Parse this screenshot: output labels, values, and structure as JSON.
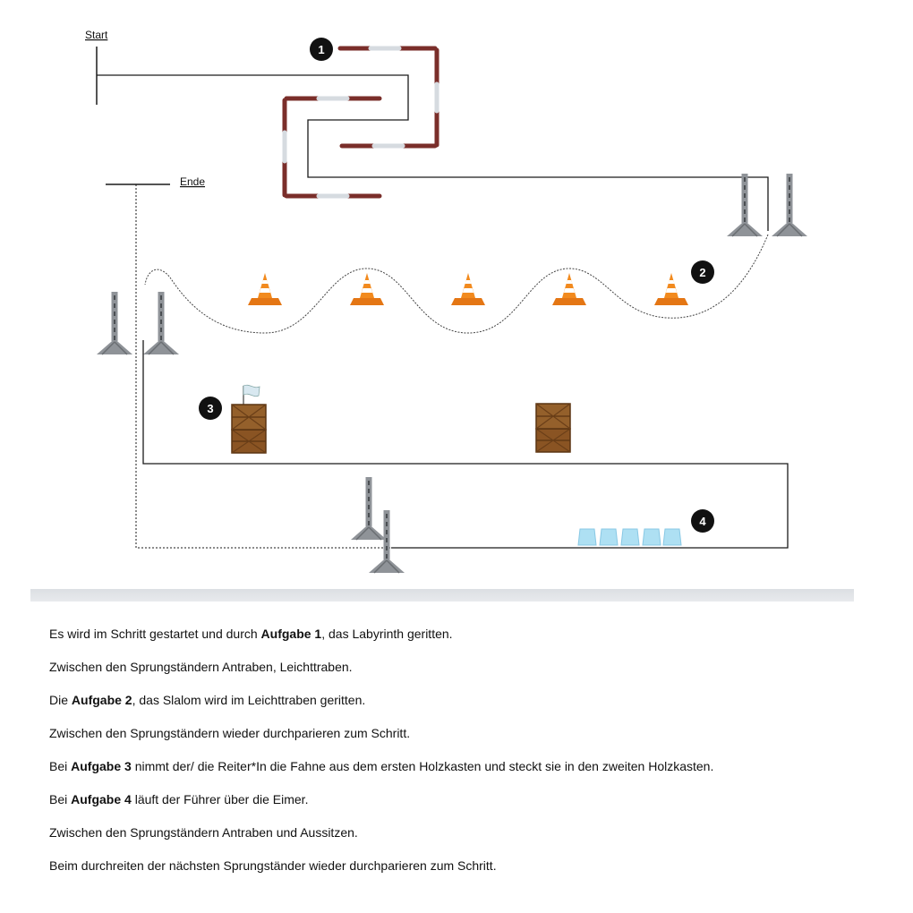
{
  "diagram": {
    "start_label": "Start",
    "end_label": "Ende",
    "task_markers": [
      {
        "number": "1",
        "name": "Labyrinth"
      },
      {
        "number": "2",
        "name": "Slalom"
      },
      {
        "number": "3",
        "name": "Fahne / Holzkasten"
      },
      {
        "number": "4",
        "name": "Eimer"
      }
    ],
    "colors": {
      "path_line": "#1a1a1a",
      "labyrinth_pole": "#7a2e2a",
      "pole_stripe": "#d6dbe0",
      "jump_stand": "#8f9398",
      "cone_orange": "#f28a1e",
      "crate_brown": "#8a5423",
      "bucket_blue": "#aee0f3",
      "flag": "#d8e8f0",
      "marker": "#111111"
    }
  },
  "instructions": [
    {
      "before": "Es wird im Schritt gestartet und durch ",
      "bold": "Aufgabe 1",
      "after": ", das Labyrinth geritten."
    },
    {
      "before": "Zwischen den Sprungständern Antraben, Leichttraben.",
      "bold": "",
      "after": ""
    },
    {
      "before": "Die ",
      "bold": "Aufgabe 2",
      "after": ", das Slalom wird im Leichttraben geritten."
    },
    {
      "before": "Zwischen den Sprungständern wieder durchparieren zum Schritt.",
      "bold": "",
      "after": ""
    },
    {
      "before": "Bei ",
      "bold": "Aufgabe 3",
      "after": " nimmt der/ die Reiter*In die Fahne aus dem ersten Holzkasten und steckt sie in den zweiten Holzkasten."
    },
    {
      "before": "Bei ",
      "bold": "Aufgabe 4",
      "after": " läuft der Führer über die Eimer."
    },
    {
      "before": "Zwischen den Sprungständern Antraben und Aussitzen.",
      "bold": "",
      "after": ""
    },
    {
      "before": "Beim durchreiten der nächsten Sprungständer wieder durchparieren zum Schritt.",
      "bold": "",
      "after": ""
    }
  ]
}
